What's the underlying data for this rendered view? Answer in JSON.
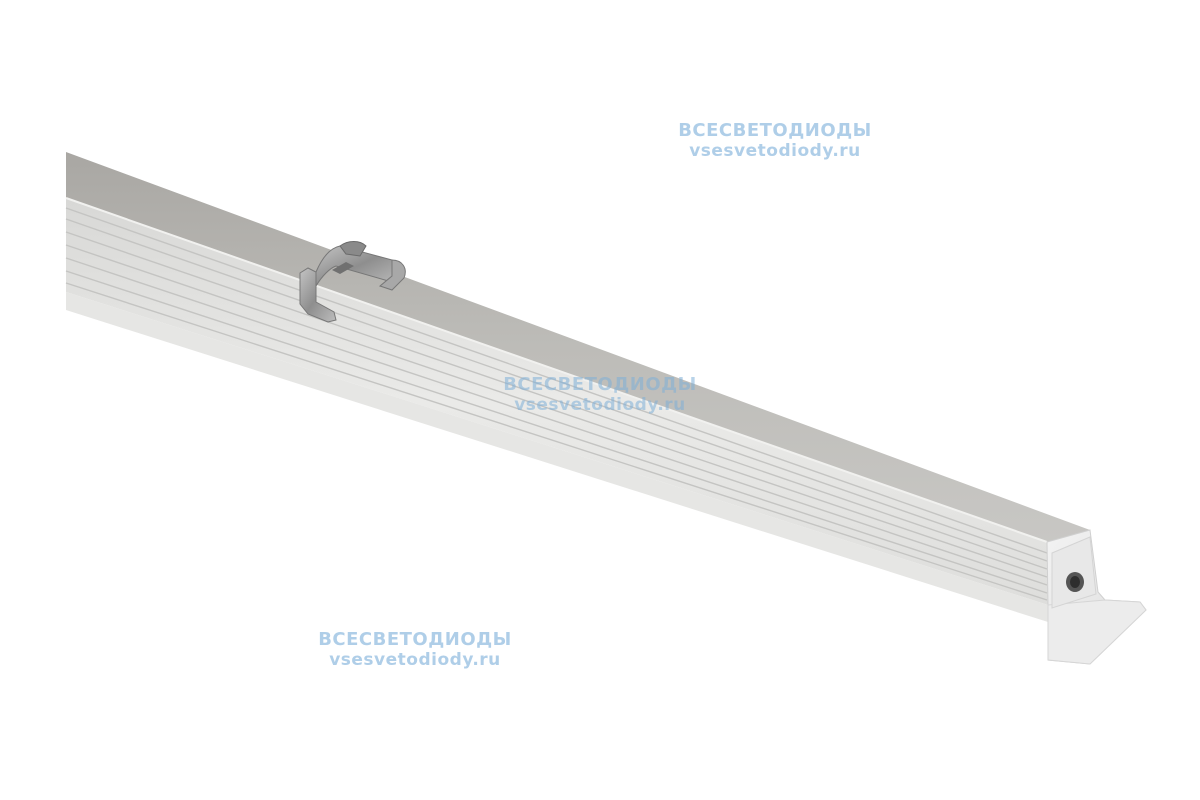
{
  "watermarks": [
    {
      "line1": "ВСЕСВЕТОДИОДЫ",
      "line2": "vsesvetodiody.ru"
    },
    {
      "line1": "ВСЕСВЕТОДИОДЫ",
      "line2": "vsesvetodiody.ru"
    },
    {
      "line1": "ВСЕСВЕТОДИОДЫ",
      "line2": "vsesvetodiody.ru"
    }
  ],
  "colors": {
    "background": "#ffffff",
    "watermark": "#a7c9e6",
    "profile_top": "#b4b2ae",
    "profile_side": "#e2e2e0",
    "profile_groove": "#c9c9c7",
    "end_cap": "#eeeeee",
    "clip_metal": "#9a9a9a"
  },
  "objects": [
    "aluminum-led-profile",
    "mounting-clip",
    "end-cap"
  ]
}
